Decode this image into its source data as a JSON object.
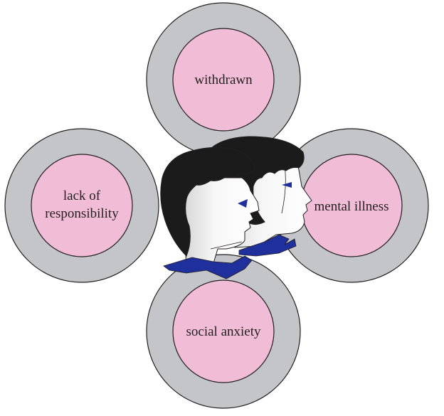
{
  "diagram": {
    "nodes": [
      {
        "id": "top",
        "lines": [
          "withdrawn"
        ]
      },
      {
        "id": "left",
        "lines": [
          "lack of",
          "responsibility"
        ]
      },
      {
        "id": "right",
        "lines": [
          "mental illness"
        ]
      },
      {
        "id": "bottom",
        "lines": [
          "social anxiety"
        ]
      }
    ],
    "colors": {
      "outer_ring": "#c3c5c8",
      "inner_disc": "#f0bcd6",
      "stroke": "#231f20",
      "hair": "#1b1b1b",
      "collar": "#1f2f9b",
      "eye": "#1f2f9b",
      "face": "#ffffff"
    }
  }
}
